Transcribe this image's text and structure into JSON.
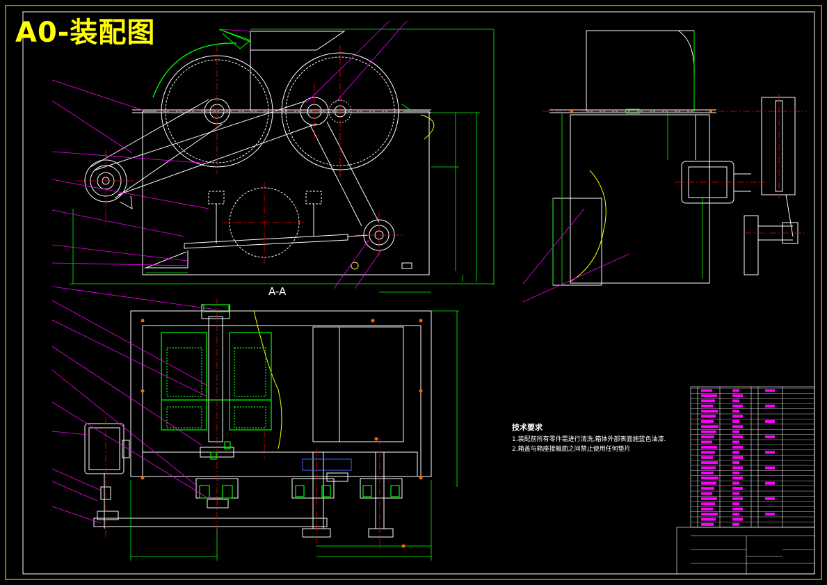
{
  "drawing": {
    "title": "A0-装配图",
    "section_label": "A-A",
    "technical_requirements": {
      "heading": "技术要求",
      "items": [
        "1.装配前所有零件需进行清洗,箱体外部表面施蓝色油漆.",
        "2.箱盖与箱座接触面之间禁止使用任何垫片"
      ]
    }
  },
  "colors": {
    "background": "#000000",
    "outline": "#ffffff",
    "leader": "#ff00ff",
    "dimension": "#00ff00",
    "centerline": "#ff0000",
    "hatch": "#00ff00",
    "frame": "#ffff00",
    "title": "#ffff00",
    "text_magenta": "#ff00ff",
    "bolt_marker": "#ff6600"
  }
}
